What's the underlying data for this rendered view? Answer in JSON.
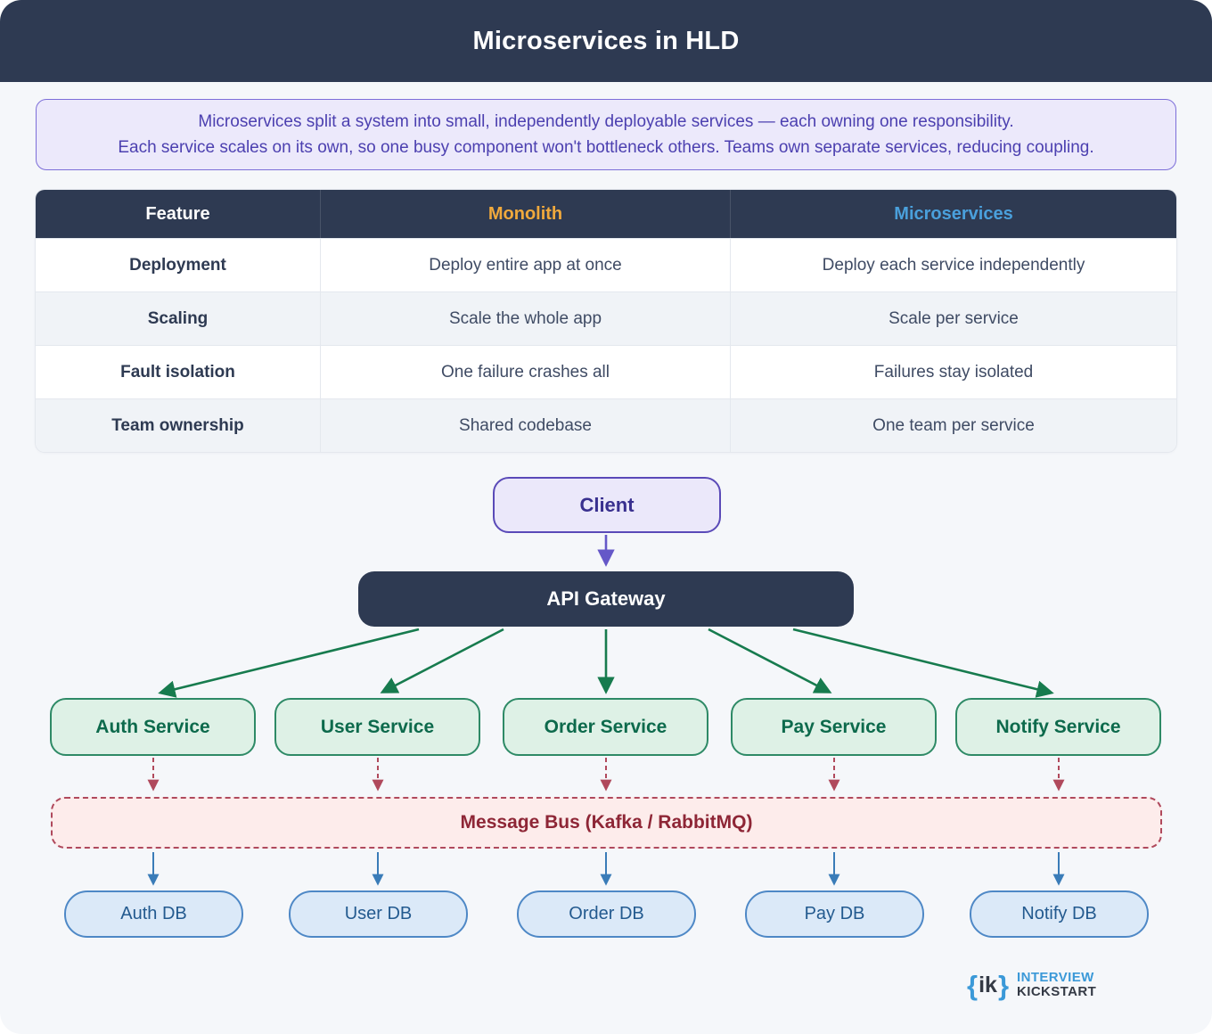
{
  "header": {
    "title": "Microservices in HLD"
  },
  "intro": {
    "line1": "Microservices split a system into small, independently deployable services — each owning one responsibility.",
    "line2": "Each service scales on its own, so one busy component won't bottleneck others. Teams own separate services, reducing coupling."
  },
  "table": {
    "columns": [
      {
        "label": "Feature",
        "color": "#ffffff"
      },
      {
        "label": "Monolith",
        "color": "#f0a93c"
      },
      {
        "label": "Microservices",
        "color": "#4aa0dc"
      }
    ],
    "rows": [
      {
        "feature": "Deployment",
        "monolith": "Deploy entire app at once",
        "microservices": "Deploy each service independently"
      },
      {
        "feature": "Scaling",
        "monolith": "Scale the whole app",
        "microservices": "Scale per service"
      },
      {
        "feature": "Fault isolation",
        "monolith": "One failure crashes all",
        "microservices": "Failures stay isolated"
      },
      {
        "feature": "Team ownership",
        "monolith": "Shared codebase",
        "microservices": "One team per service"
      }
    ]
  },
  "diagram": {
    "client": {
      "label": "Client"
    },
    "gateway": {
      "label": "API Gateway"
    },
    "services": [
      {
        "label": "Auth Service"
      },
      {
        "label": "User Service"
      },
      {
        "label": "Order Service"
      },
      {
        "label": "Pay Service"
      },
      {
        "label": "Notify Service"
      }
    ],
    "bus": {
      "label": "Message Bus (Kafka / RabbitMQ)"
    },
    "databases": [
      {
        "label": "Auth DB"
      },
      {
        "label": "User DB"
      },
      {
        "label": "Order DB"
      },
      {
        "label": "Pay DB"
      },
      {
        "label": "Notify DB"
      }
    ]
  },
  "branding": {
    "brace_open": "{",
    "mark": "ik",
    "brace_close": "}",
    "line1": "INTERVIEW",
    "line2": "KICKSTART"
  },
  "colors": {
    "navy": "#2e3a52",
    "page_background": "#f5f7fa",
    "accent_purple": "#5a4ab8",
    "accent_green": "#177b4e",
    "accent_red": "#b0495c",
    "accent_blue": "#3a7cb8",
    "monolith_amber": "#f0a93c",
    "microservices_blue": "#4aa0dc"
  }
}
